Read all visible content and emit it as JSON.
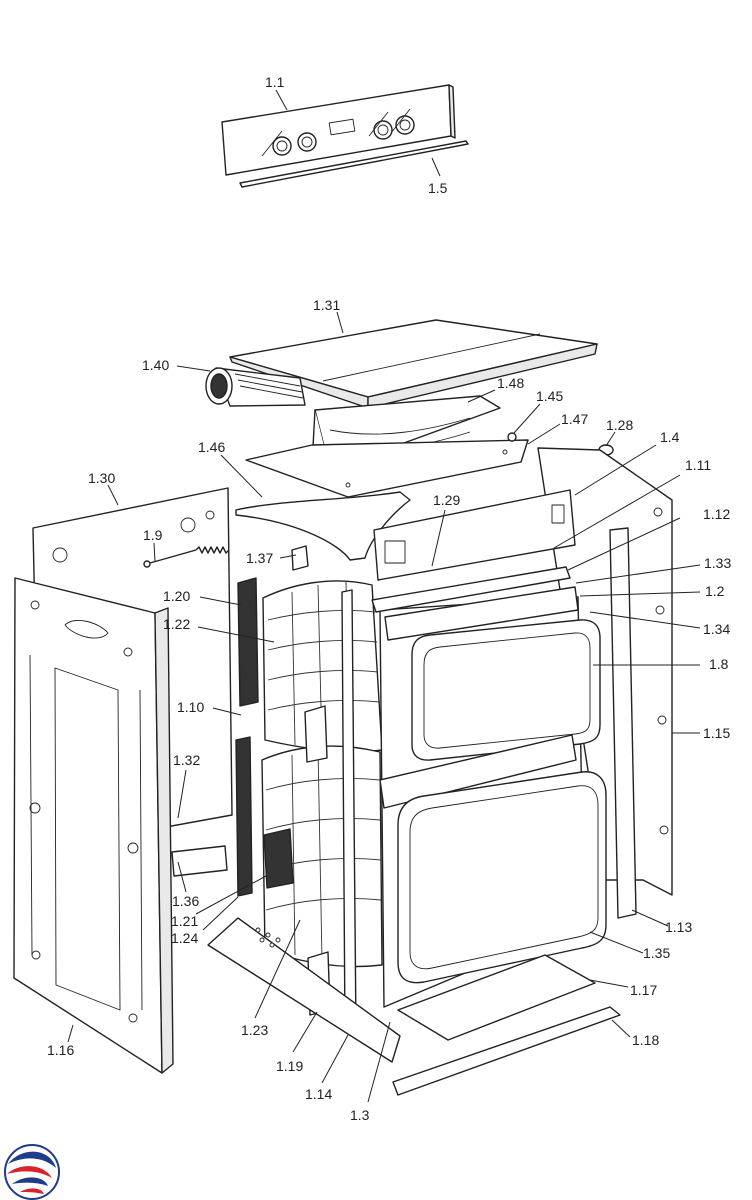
{
  "callouts": [
    {
      "id": "1.1",
      "label": "1.1"
    },
    {
      "id": "1.5",
      "label": "1.5"
    },
    {
      "id": "1.31",
      "label": "1.31"
    },
    {
      "id": "1.40",
      "label": "1.40"
    },
    {
      "id": "1.48",
      "label": "1.48"
    },
    {
      "id": "1.45",
      "label": "1.45"
    },
    {
      "id": "1.47",
      "label": "1.47"
    },
    {
      "id": "1.28",
      "label": "1.28"
    },
    {
      "id": "1.46",
      "label": "1.46"
    },
    {
      "id": "1.4",
      "label": "1.4"
    },
    {
      "id": "1.11",
      "label": "1.11"
    },
    {
      "id": "1.30",
      "label": "1.30"
    },
    {
      "id": "1.29",
      "label": "1.29"
    },
    {
      "id": "1.12",
      "label": "1.12"
    },
    {
      "id": "1.9",
      "label": "1.9"
    },
    {
      "id": "1.37",
      "label": "1.37"
    },
    {
      "id": "1.33",
      "label": "1.33"
    },
    {
      "id": "1.20",
      "label": "1.20"
    },
    {
      "id": "1.2",
      "label": "1.2"
    },
    {
      "id": "1.22",
      "label": "1.22"
    },
    {
      "id": "1.34",
      "label": "1.34"
    },
    {
      "id": "1.8",
      "label": "1.8"
    },
    {
      "id": "1.10",
      "label": "1.10"
    },
    {
      "id": "1.15",
      "label": "1.15"
    },
    {
      "id": "1.32",
      "label": "1.32"
    },
    {
      "id": "1.36",
      "label": "1.36"
    },
    {
      "id": "1.21",
      "label": "1.21"
    },
    {
      "id": "1.24",
      "label": "1.24"
    },
    {
      "id": "1.13",
      "label": "1.13"
    },
    {
      "id": "1.35",
      "label": "1.35"
    },
    {
      "id": "1.17",
      "label": "1.17"
    },
    {
      "id": "1.23",
      "label": "1.23"
    },
    {
      "id": "1.18",
      "label": "1.18"
    },
    {
      "id": "1.16",
      "label": "1.16"
    },
    {
      "id": "1.19",
      "label": "1.19"
    },
    {
      "id": "1.14",
      "label": "1.14"
    },
    {
      "id": "1.3",
      "label": "1.3"
    }
  ],
  "colors": {
    "line": "#222222",
    "logo_blue": "#1f3b8c",
    "logo_red": "#d8232a"
  },
  "icons": {
    "logo": "swirl-logo-icon"
  }
}
